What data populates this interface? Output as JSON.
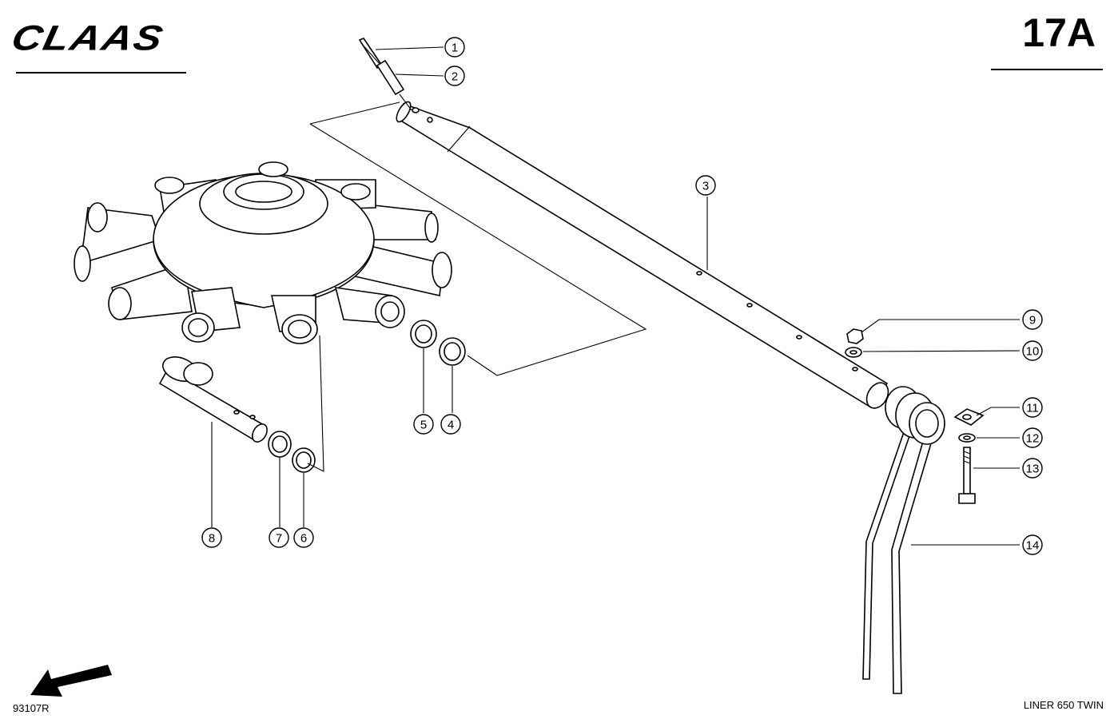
{
  "header": {
    "brand": "CLAAS",
    "page_number": "17A"
  },
  "footer": {
    "drawing_number": "93107R",
    "model": "LINER 650 TWIN"
  },
  "callouts": [
    "1",
    "2",
    "3",
    "4",
    "5",
    "6",
    "7",
    "8",
    "9",
    "10",
    "11",
    "12",
    "13",
    "14"
  ]
}
